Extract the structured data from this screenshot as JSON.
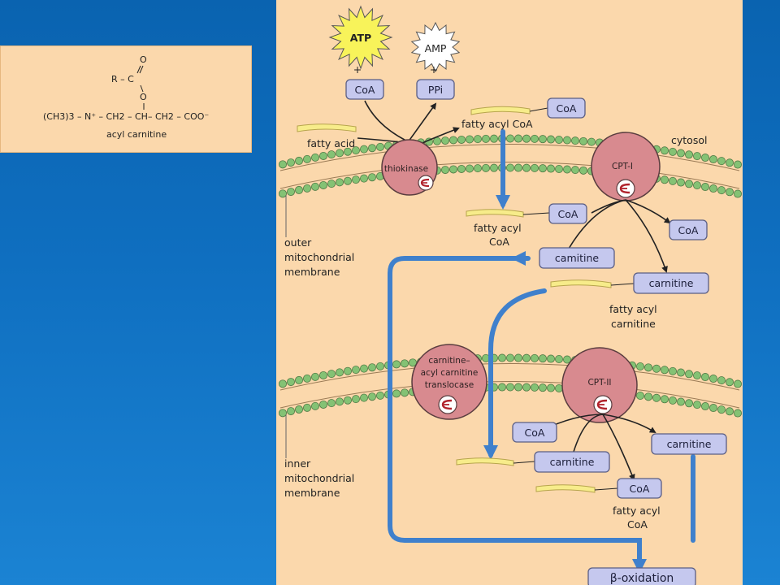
{
  "structure": {
    "row1": "O",
    "row2": "R – C",
    "row3": "O",
    "row4": "(CH3)3 – N⁺ – CH2 – CH– CH2 – COO⁻",
    "caption": "acyl carnitine"
  },
  "diagram": {
    "atp": "ATP",
    "amp": "AMP",
    "plus1": "+",
    "plus2": "+",
    "coa_top": "CoA",
    "ppi": "PPi",
    "coa_acyl1": "CoA",
    "fatty_acyl_coa_1": "fatty acyl CoA",
    "fatty_acid": "fatty acid",
    "cytosol": "cytosol",
    "thiokinase": "thiokinase",
    "cpt1": "CPT-I",
    "coa_acyl2": "CoA",
    "fatty_acyl_coa_2_line1": "fatty acyl",
    "fatty_acyl_coa_2_line2": "CoA",
    "coa_out1": "CoA",
    "carnitine_1": "camitine",
    "carnitine_2": "carnitine",
    "fatty_acyl_carnitine_line1": "fatty acyl",
    "fatty_acyl_carnitine_line2": "carnitine",
    "outer_membrane": [
      "outer",
      "mitochondrial",
      "membrane"
    ],
    "translocase": [
      "carnitine–",
      "acyl carnitine",
      "translocase"
    ],
    "cpt2": "CPT-II",
    "coa_in1": "CoA",
    "carnitine_3": "carnitine",
    "carnitine_4": "carnitine",
    "coa_in2": "CoA",
    "fatty_acyl_coa_3_line1": "fatty acyl",
    "fatty_acyl_coa_3_line2": "CoA",
    "inner_membrane": [
      "inner",
      "mitochondrial",
      "membrane"
    ],
    "beta_oxidation": "β-oxidation"
  },
  "colors": {
    "background": "#0f6fc0",
    "panel": "#fbd8ac",
    "arrow_blue": "#3f80cc",
    "box_fill": "#c5c8ee",
    "enzyme_fill": "#d88a8f",
    "membrane_head": "#84c274",
    "acyl_chain": "#f7ec8a"
  }
}
